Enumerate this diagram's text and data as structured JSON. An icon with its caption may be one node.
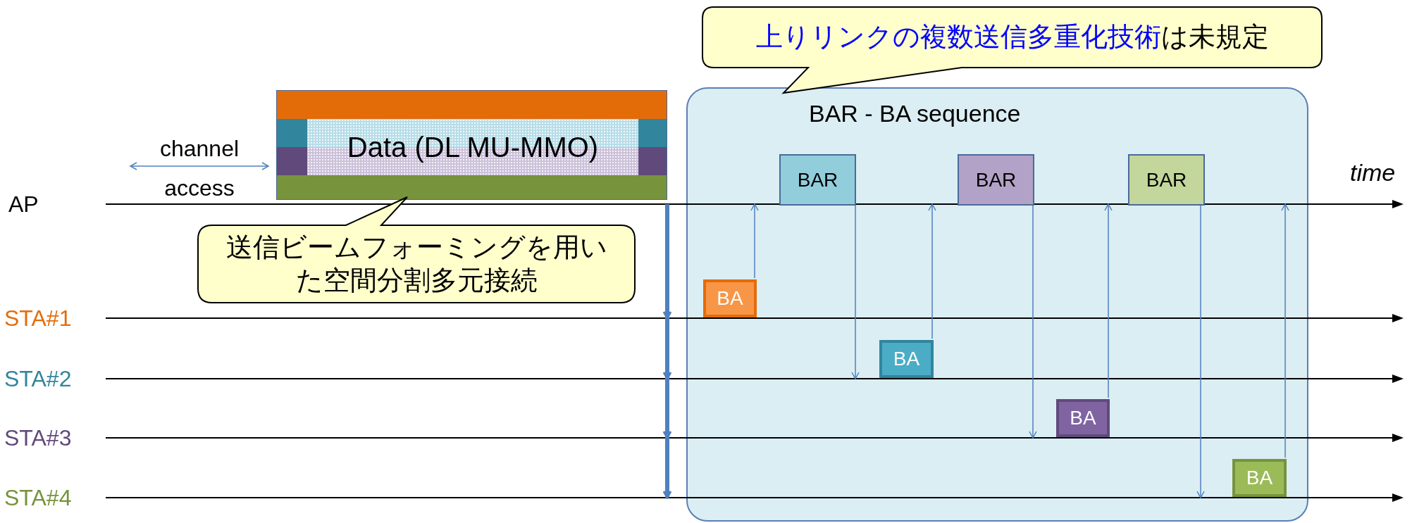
{
  "diagram": {
    "nodes": [
      {
        "text": [
          "上りリンクの複数送信多重化技術",
          "は未規定"
        ]
      },
      {
        "text": [
          "BAR - BA sequence"
        ]
      },
      {
        "text": [
          "Data (DL MU-MMO)"
        ]
      },
      {
        "text": [
          "BAR"
        ],
        "in": 1
      },
      {
        "text": [
          "BAR"
        ],
        "in": 1
      },
      {
        "text": [
          "BAR"
        ],
        "in": 1
      },
      {
        "text": [
          "AP"
        ]
      },
      {
        "text": [
          "送信ビームフォーミングを用いた空間分割多元接続"
        ]
      },
      {
        "text": [
          "BA"
        ],
        "in": 1
      },
      {
        "text": [
          "STA#1"
        ]
      },
      {
        "text": [
          "BA"
        ],
        "in": 1
      },
      {
        "text": [
          "STA#2"
        ]
      },
      {
        "text": [
          "BA"
        ],
        "in": 1
      },
      {
        "text": [
          "STA#3"
        ]
      },
      {
        "text": [
          "BA"
        ],
        "in": 1
      },
      {
        "text": [
          "STA#4"
        ]
      }
    ],
    "edges": [
      {
        "from": 6,
        "to": 9,
        "arrow": "to",
        "style": "thick"
      },
      {
        "from": 6,
        "to": 11,
        "arrow": "to",
        "style": "thick"
      },
      {
        "from": 6,
        "to": 13,
        "arrow": "to",
        "style": "thick"
      },
      {
        "from": 6,
        "to": 15,
        "arrow": "to",
        "style": "thick"
      },
      {
        "from": 8,
        "to": 6,
        "arrow": "to"
      },
      {
        "from": 3,
        "to": 11,
        "arrow": "to"
      },
      {
        "from": 10,
        "to": 6,
        "arrow": "to"
      },
      {
        "from": 4,
        "to": 13,
        "arrow": "to"
      },
      {
        "from": 12,
        "to": 6,
        "arrow": "to"
      },
      {
        "from": 5,
        "to": 15,
        "arrow": "to"
      },
      {
        "from": 14,
        "to": 6,
        "arrow": "to"
      }
    ],
    "labels": [
      "channel access",
      "time"
    ]
  }
}
